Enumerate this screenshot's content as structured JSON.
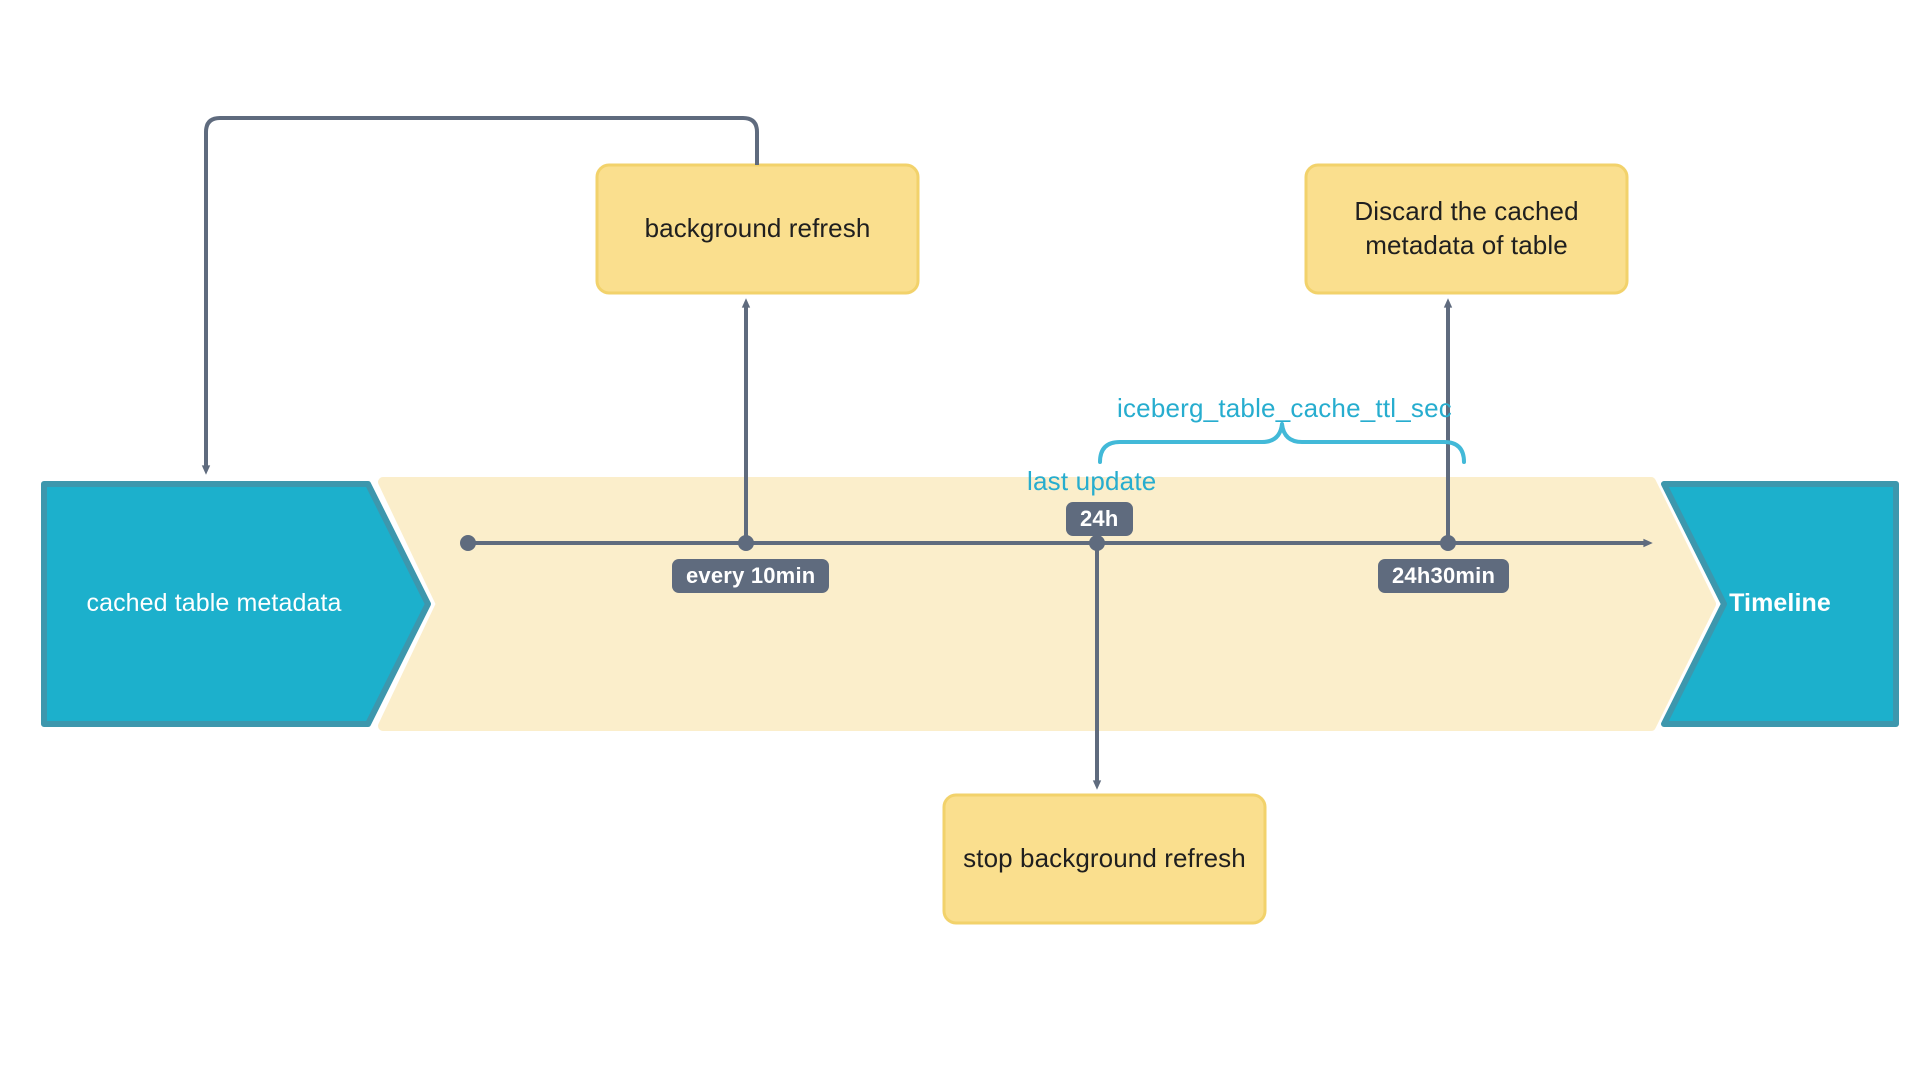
{
  "diagram": {
    "title": "Iceberg table metadata cache timeline",
    "colors": {
      "stage_fill": "#1CB0CC",
      "stage_stroke": "#3D97AD",
      "band_fill": "#FBEECB",
      "box_fill": "#FADF8E",
      "box_stroke": "#F2D26B",
      "line": "#5F6B7E",
      "badge_fill": "#5F6B7E",
      "badge_text": "#FFFFFF",
      "accent_cyan": "#27ADCF",
      "box_text": "#1F1F1F",
      "page_background": "#FFFFFF"
    },
    "stages": [
      {
        "id": "start",
        "label": "cached table metadata"
      },
      {
        "id": "end",
        "label": "Timeline"
      }
    ],
    "boxes": [
      {
        "id": "background-refresh",
        "label": "background refresh"
      },
      {
        "id": "discard-cached-metadata",
        "label": "Discard the cached\nmetadata of table"
      },
      {
        "id": "stop-background-refresh",
        "label": "stop background refresh"
      }
    ],
    "axis_markers": [
      {
        "id": "every-10min",
        "label": "every 10min"
      },
      {
        "id": "last-update-24h",
        "label": "24h"
      },
      {
        "id": "24h30min",
        "label": "24h30min"
      }
    ],
    "annotations": [
      {
        "id": "ttl-config",
        "label": "iceberg_table_cache_ttl_sec"
      },
      {
        "id": "last-update",
        "label": "last update"
      }
    ]
  }
}
